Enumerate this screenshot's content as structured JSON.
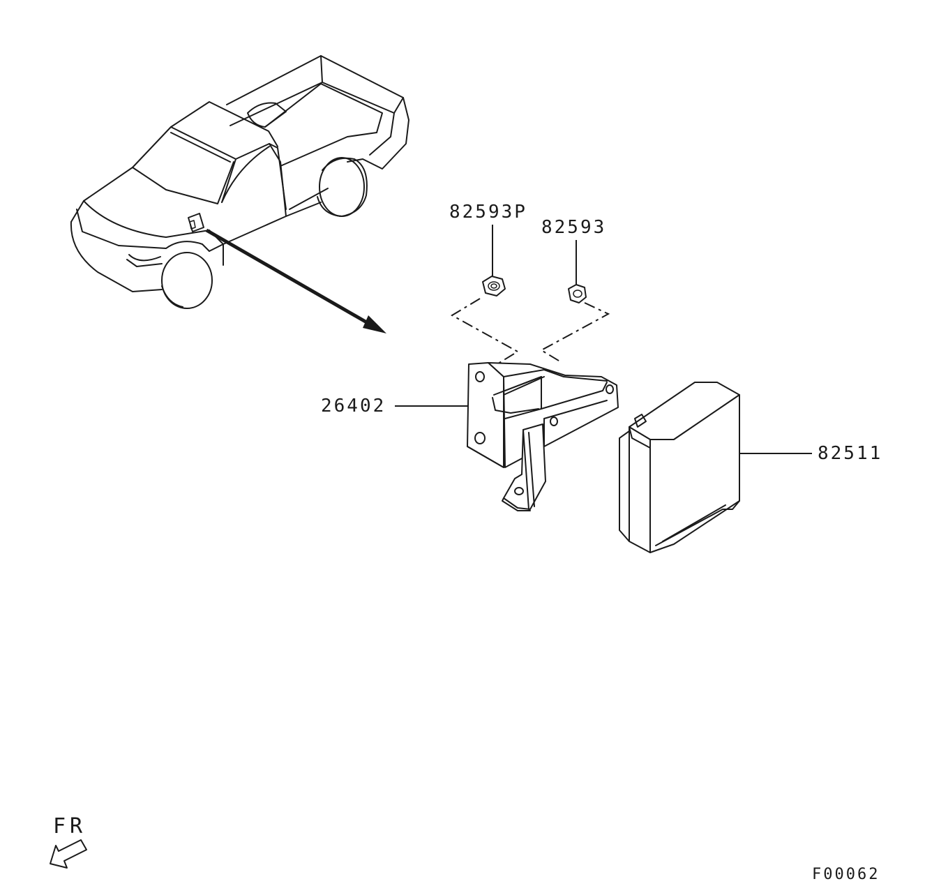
{
  "labels": {
    "nut_flange": "82593P",
    "nut": "82593",
    "bracket": "26402",
    "control_unit": "82511"
  },
  "direction_label": "FR",
  "figure_code": "F00062",
  "icons": [
    "pickup-truck-illustration",
    "front-direction-arrow-icon"
  ],
  "colors": {
    "line": "#1a1a1a",
    "background": "#ffffff"
  }
}
